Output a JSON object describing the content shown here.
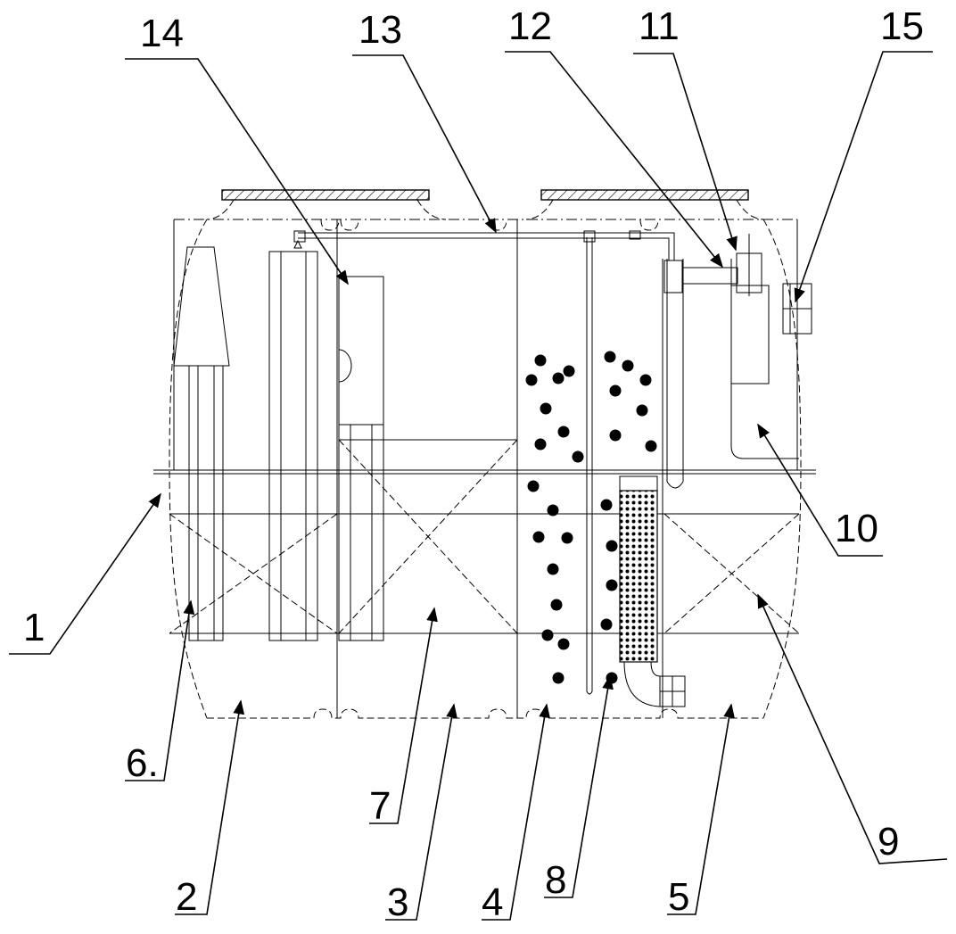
{
  "callouts": {
    "c1": "1",
    "c2": "2",
    "c3": "3",
    "c4": "4",
    "c5": "5",
    "c6": "6.",
    "c7": "7",
    "c8": "8",
    "c9": "9",
    "c10": "10",
    "c11": "11",
    "c12": "12",
    "c13": "13",
    "c14": "14",
    "c15": "15"
  },
  "colors": {
    "line": "#000000",
    "background": "#ffffff"
  }
}
